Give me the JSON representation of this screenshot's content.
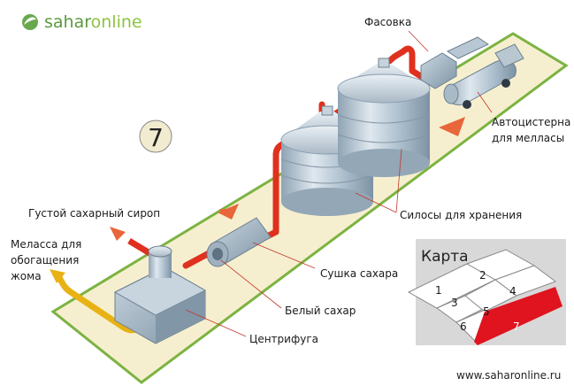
{
  "brand": {
    "name_prefix": "sahar",
    "name_suffix": "online",
    "url": "www.saharonline.ru"
  },
  "step_number": "7",
  "labels": {
    "packaging": "Фасовка",
    "tanker_line1": "Автоцистерна",
    "tanker_line2": "для мелласы",
    "silos": "Силосы для хранения",
    "syrup": "Густой сахарный сироп",
    "molasses_line1": "Меласса для",
    "molasses_line2": "обогащения",
    "molasses_line3": "жома",
    "drying": "Сушка сахара",
    "white_sugar": "Белый сахар",
    "centrifuge": "Центрифуга"
  },
  "map": {
    "title": "Карта",
    "cells": [
      "1",
      "2",
      "3",
      "4",
      "5",
      "6",
      "7"
    ],
    "active_cell": "7"
  },
  "colors": {
    "platform": "#f6efcf",
    "platform_border": "#7cb342",
    "pipe_red": "#e0301e",
    "pipe_yellow": "#e8b214",
    "arrow_orange": "#e8663a",
    "steel": "#b4c4d0",
    "map_active": "#e0141e",
    "brand_green": "#5a9a3c"
  }
}
